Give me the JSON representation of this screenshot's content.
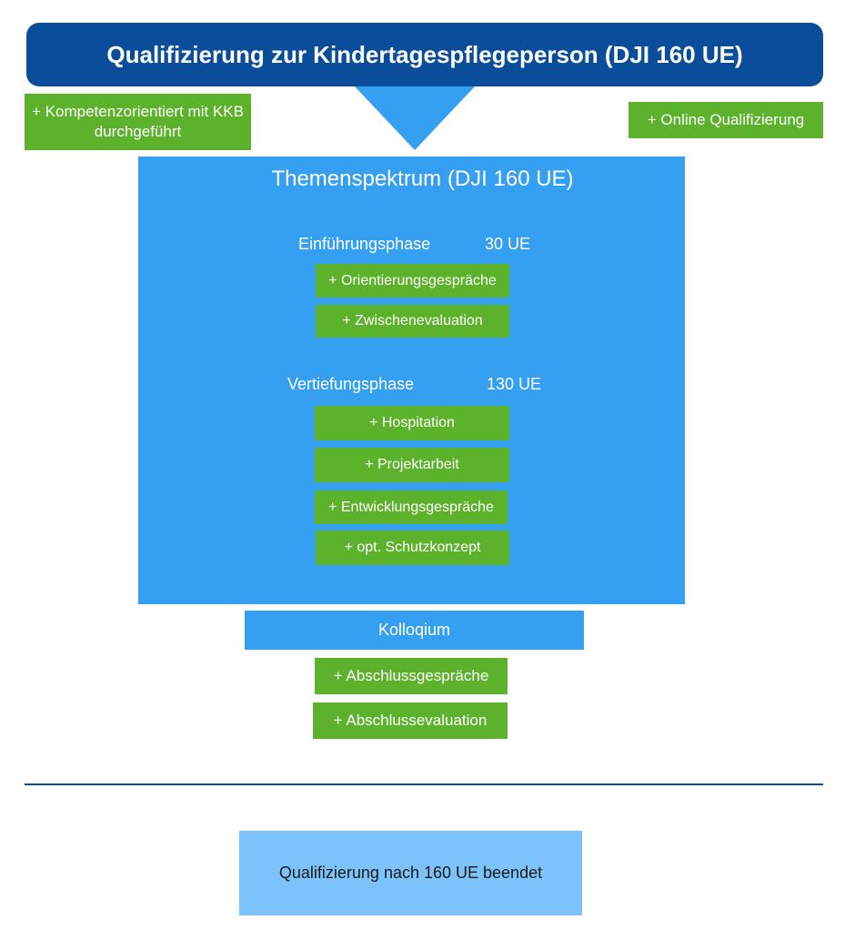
{
  "header": {
    "title": "Qualifizierung zur Kindertagespflegeperson (DJI 160 UE)"
  },
  "notes": {
    "left": "+ Kompetenzorientiert mit KKB durchgeführt",
    "right": "+ Online Qualifizierung"
  },
  "theme": {
    "title": "Themenspektrum (DJI 160 UE)",
    "intro_phase": {
      "label": "Einführungsphase",
      "ue": "30 UE",
      "items": [
        "+ Orientierungsgespräche",
        "+ Zwischenevaluation"
      ]
    },
    "deep_phase": {
      "label": "Vertiefungsphase",
      "ue": "130 UE",
      "items": [
        "+ Hospitation",
        "+ Projektarbeit",
        "+ Entwicklungsgespräche",
        "+ opt. Schutzkonzept"
      ]
    }
  },
  "kolloqium": {
    "label": "Kolloqium"
  },
  "final_items": [
    "+ Abschlussgespräche",
    "+ Abschlussevaluation"
  ],
  "result": {
    "label": "Qualifizierung nach 160 UE beendet"
  },
  "colors": {
    "header_bg": "#0a4e9b",
    "box_blue": "#359ff2",
    "green": "#5cb22b",
    "result_bg": "#7cc3fb"
  }
}
